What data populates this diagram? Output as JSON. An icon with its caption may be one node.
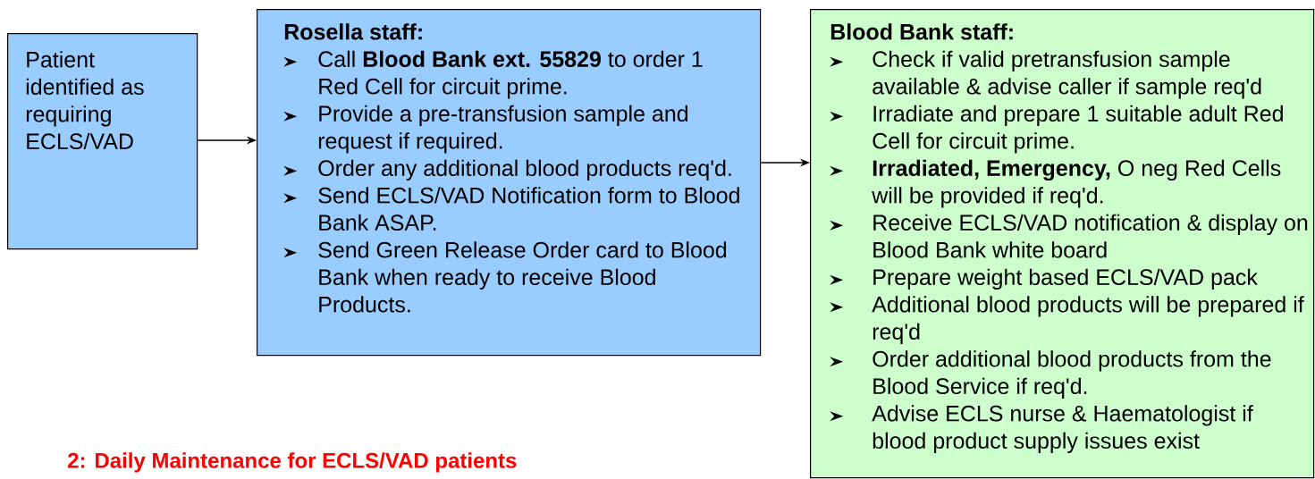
{
  "diagram": {
    "nodes": [
      {
        "text": [
          "Patient identified as requiring ECLS/VAD"
        ]
      },
      {
        "text": [
          "Rosella staff:",
          "Call **Blood Bank ext. 55829** to order 1 Red Cell for circuit prime.",
          "Provide a pre-transfusion sample and request if required.",
          "Order any additional blood products req'd.",
          "Send ECLS/VAD Notification form to Blood Bank ASAP.",
          "Send Green Release Order card to Blood Bank when ready to receive Blood Products."
        ]
      },
      {
        "text": [
          "Blood Bank staff:",
          "Check if valid pretransfusion sample available & advise caller if sample  req'd",
          "Irradiate and prepare 1 suitable adult Red Cell for circuit prime.",
          "**Irradiated, Emergency,** O neg Red Cells will be provided if req'd.",
          "Receive ECLS/VAD notification & display on Blood Bank white board",
          "Prepare weight based ECLS/VAD pack",
          "Additional blood products will be prepared if req'd",
          "Order additional blood products from the Blood Service if req'd.",
          "Advise ECLS nurse & Haematologist if blood product supply issues exist"
        ]
      }
    ],
    "edges": [
      {
        "from": 0,
        "to": 1,
        "arrow": "to"
      },
      {
        "from": 1,
        "to": 2,
        "arrow": "to"
      }
    ],
    "labels": [
      "2: Daily Maintenance for ECLS/VAD patients"
    ]
  }
}
